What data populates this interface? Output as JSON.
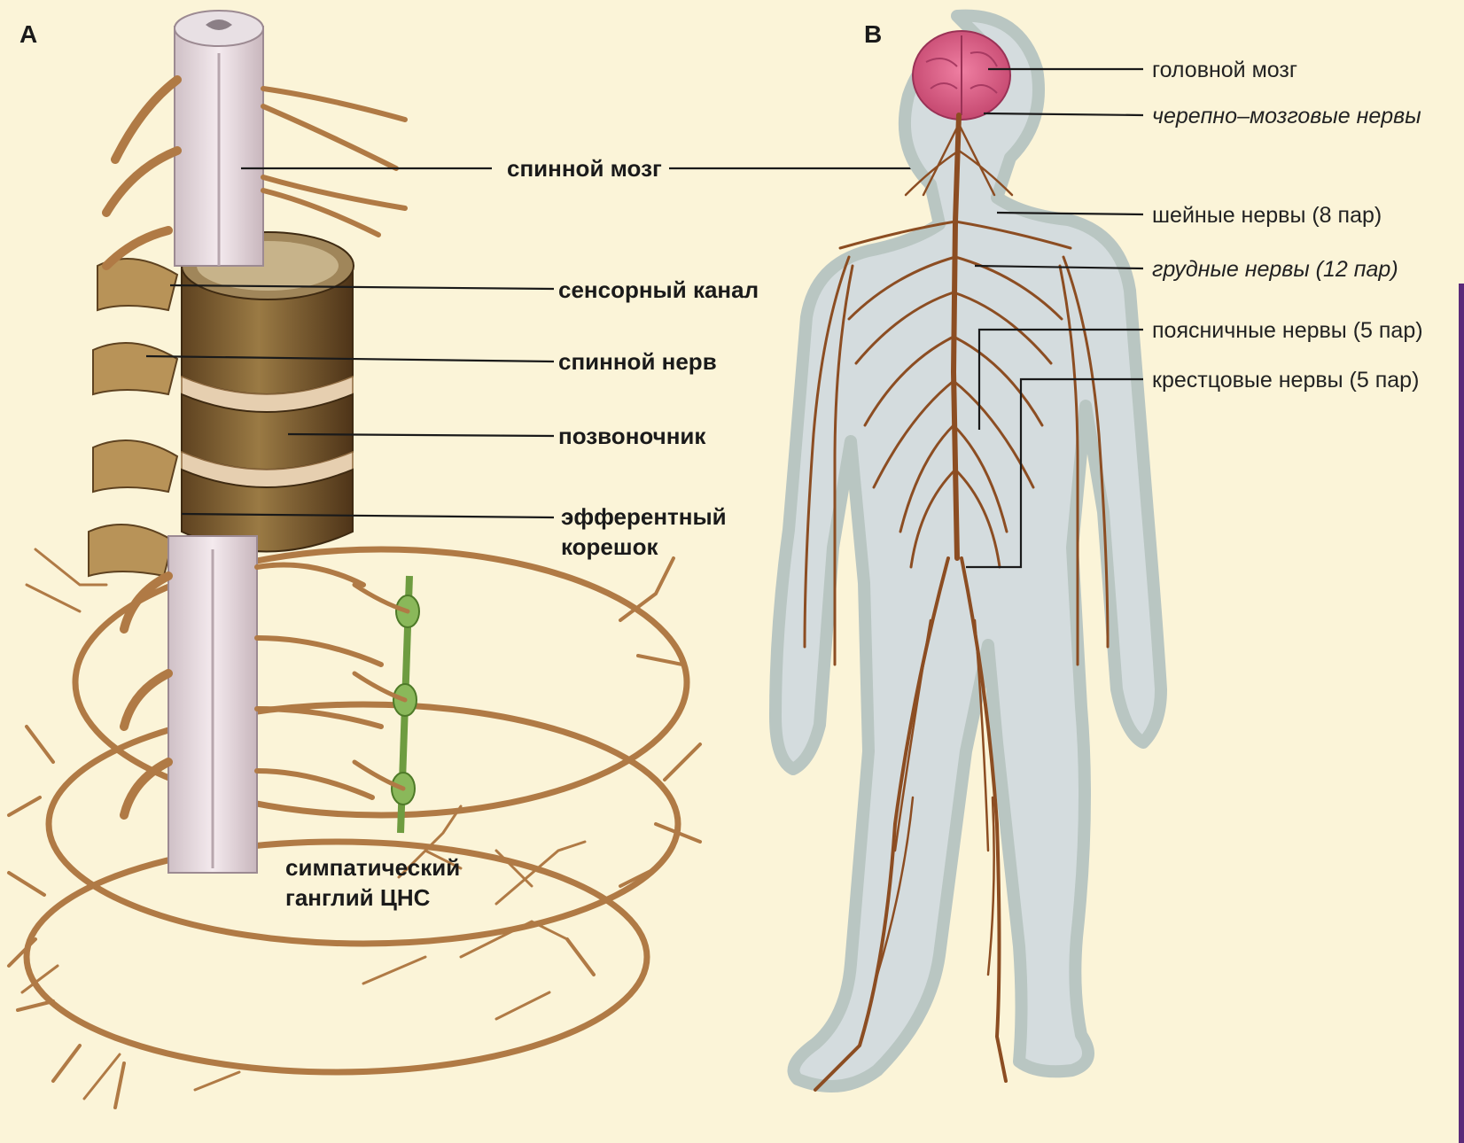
{
  "panels": {
    "a_letter": "А",
    "b_letter": "В"
  },
  "labels_a": {
    "spinal_cord": "спинной мозг",
    "sensory_canal": "сенсорный канал",
    "spinal_nerve": "спинной нерв",
    "spine": "позвоночник",
    "efferent_root_1": "эфферентный",
    "efferent_root_2": "корешок",
    "sympathetic_1": "симпатический",
    "sympathetic_2": "ганглий ЦНС"
  },
  "labels_b": {
    "brain": "головной мозг",
    "cranial_nerves": "черепно–мозговые нервы",
    "cervical_nerves": "шейные нервы (8 пар)",
    "thoracic_nerves": "грудные нервы (12 пар)",
    "lumbar_nerves": "поясничные нервы (5 пар)",
    "sacral_nerves": "крестцовые нервы (5 пар)"
  },
  "colors": {
    "background": "#fbf4d8",
    "nerve": "#b07a45",
    "nerve_dark": "#8c4d22",
    "brain": "#d2557e",
    "vertebra": "#7a5a2c",
    "cord": "#ece0e4",
    "ganglion": "#7aa84a",
    "body_fill": "#d4dcde"
  }
}
